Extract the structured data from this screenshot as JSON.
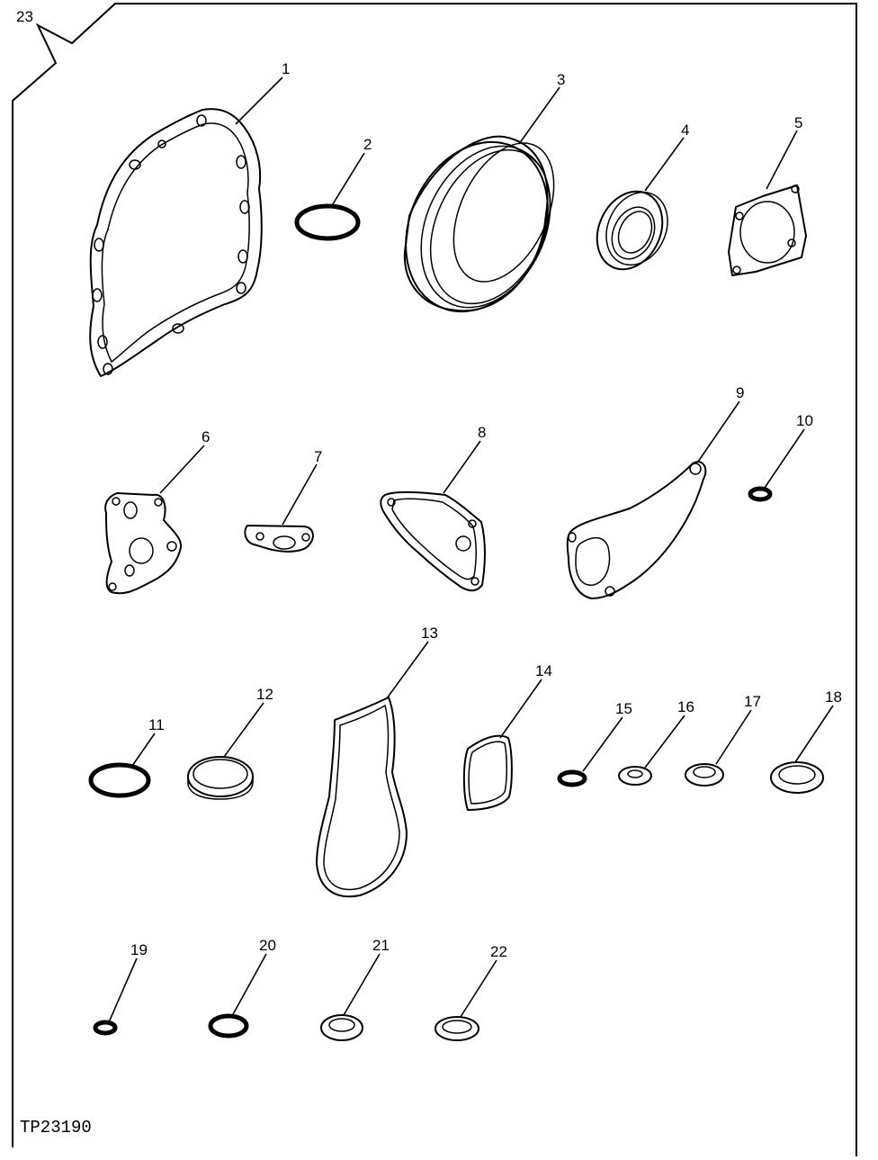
{
  "figure_id": "TP23190",
  "callouts": {
    "c1": "1",
    "c2": "2",
    "c3": "3",
    "c4": "4",
    "c5": "5",
    "c6": "6",
    "c7": "7",
    "c8": "8",
    "c9": "9",
    "c10": "10",
    "c11": "11",
    "c12": "12",
    "c13": "13",
    "c14": "14",
    "c15": "15",
    "c16": "16",
    "c17": "17",
    "c18": "18",
    "c19": "19",
    "c20": "20",
    "c21": "21",
    "c22": "22",
    "c23": "23"
  }
}
